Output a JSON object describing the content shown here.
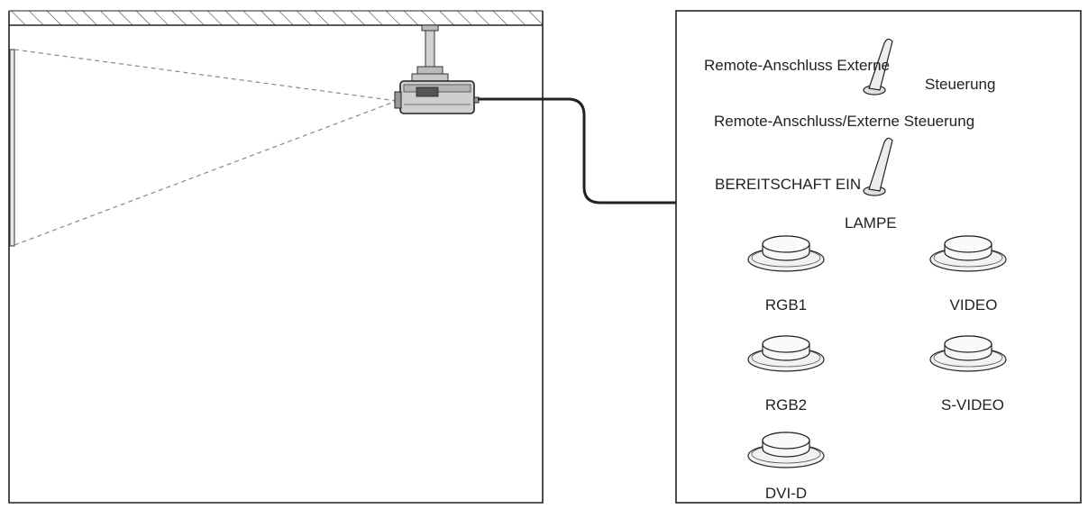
{
  "panel": {
    "toggle_1_label_part1": "Remote-Anschluss Externe",
    "toggle_1_label_part2": "Steuerung",
    "toggle_2_label_top": "Remote-Anschluss/Externe Steuerung",
    "toggle_2_label_left": "BEREITSCHAFT EIN",
    "toggle_2_label_bottom": "LAMPE",
    "buttons": [
      {
        "label": "RGB1"
      },
      {
        "label": "VIDEO"
      },
      {
        "label": "RGB2"
      },
      {
        "label": "S-VIDEO"
      },
      {
        "label": "DVI-D"
      }
    ]
  },
  "colors": {
    "line": "#222222",
    "dashed": "#888888",
    "projector_body": "#cfcfcf",
    "button_fill": "#f2f2f2"
  }
}
